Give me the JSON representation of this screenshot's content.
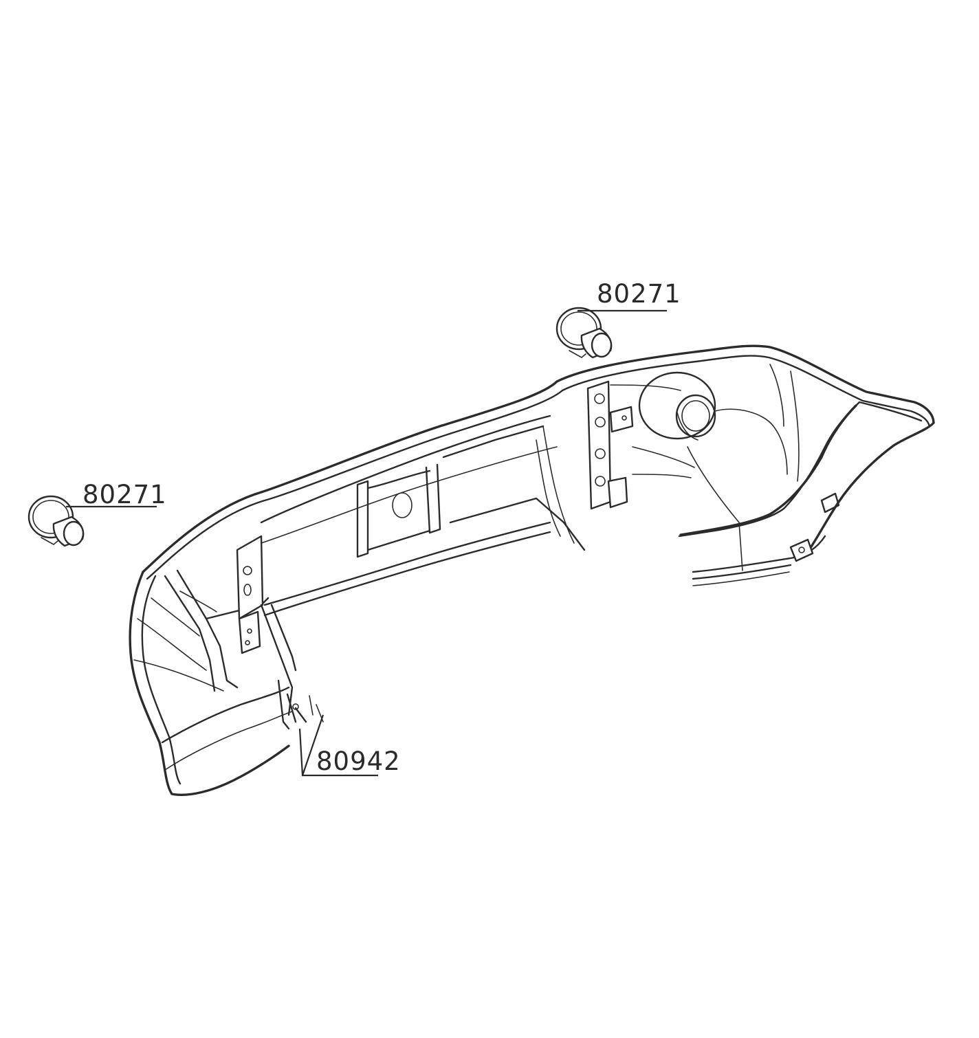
{
  "callouts": [
    {
      "id": "callout-top-right",
      "part_number": "80271"
    },
    {
      "id": "callout-left",
      "part_number": "80271"
    },
    {
      "id": "callout-bottom",
      "part_number": "80942"
    }
  ],
  "colors": {
    "line": "#2b2b2b",
    "background": "#ffffff"
  }
}
